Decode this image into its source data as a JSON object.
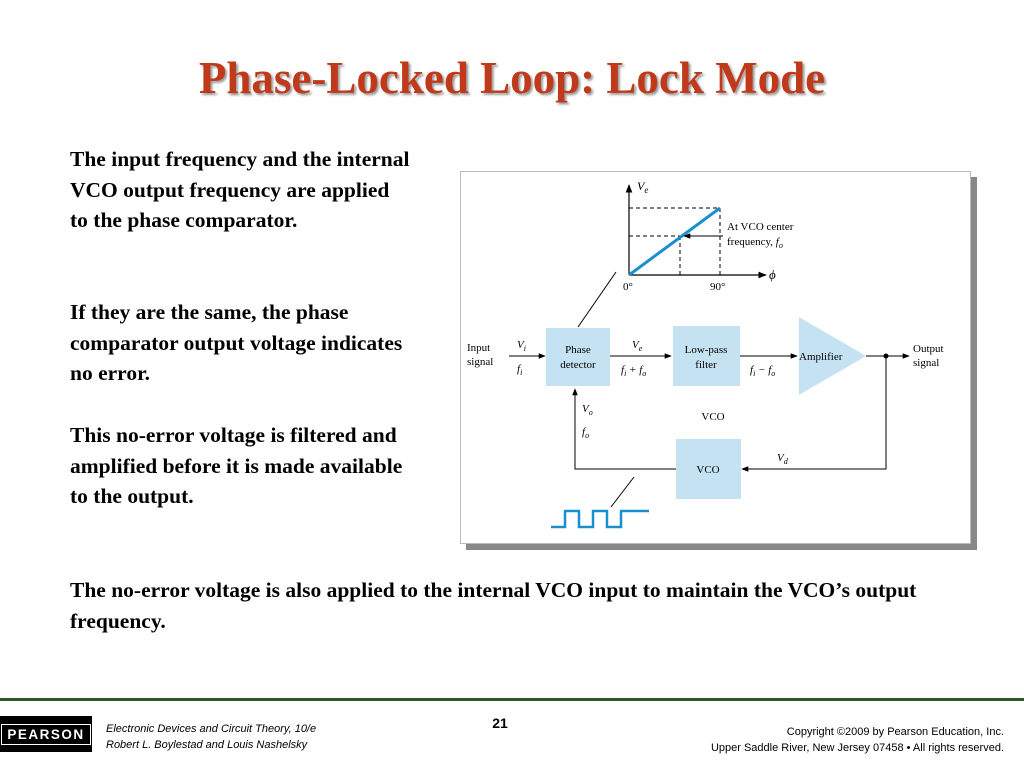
{
  "slide": {
    "title": "Phase-Locked Loop: Lock Mode",
    "paragraphs": [
      "The input frequency and the internal VCO output frequency are applied to the phase comparator.",
      "If they are the same, the phase comparator output voltage indicates no error.",
      "This no-error voltage is filtered and amplified before it is made available to the output."
    ],
    "bottom_text": "The no-error voltage is also applied to the internal VCO input to maintain the VCO’s output frequency."
  },
  "figure": {
    "graph": {
      "y_label": "V",
      "y_sub": "e",
      "x_symbol": "ϕ",
      "tick_0": "0°",
      "tick_90": "90°",
      "note_line1": "At VCO center",
      "note_line2": "frequency, ",
      "note_f": "f",
      "note_sub": "o"
    },
    "input_label_1": "Input",
    "input_label_2": "signal",
    "output_label_1": "Output",
    "output_label_2": "signal",
    "vi": "V",
    "vi_sub": "i",
    "fi": "f",
    "fi_sub": "i",
    "ve": "V",
    "ve_sub": "e",
    "fi_plus_fo": "f",
    "fi_plus_fo_sub1": "i",
    "fi_plus_fo_mid": " + f",
    "fi_plus_fo_sub2": "o",
    "fi_minus_fo": "f",
    "fi_minus_fo_sub1": "i",
    "fi_minus_fo_mid": " − f",
    "fi_minus_fo_sub2": "o",
    "vo": "V",
    "vo_sub": "o",
    "fo": "f",
    "fo_sub": "o",
    "vd": "V",
    "vd_sub": "d",
    "phase_detector_1": "Phase",
    "phase_detector_2": "detector",
    "lowpass_1": "Low-pass",
    "lowpass_2": "filter",
    "amplifier": "Amplifier",
    "vco_label": "VCO",
    "vco_box": "VCO",
    "block_color": "#c4e2f1",
    "line_color": "#1a8fd0"
  },
  "footer": {
    "logo": "PEARSON",
    "book_line1": "Electronic Devices and Circuit Theory, 10/e",
    "book_line2": "Robert L. Boylestad and Louis Nashelsky",
    "page_number": "21",
    "copyright_line1": "Copyright ©2009 by Pearson Education, Inc.",
    "copyright_line2": "Upper Saddle River, New Jersey 07458 • All rights reserved."
  }
}
